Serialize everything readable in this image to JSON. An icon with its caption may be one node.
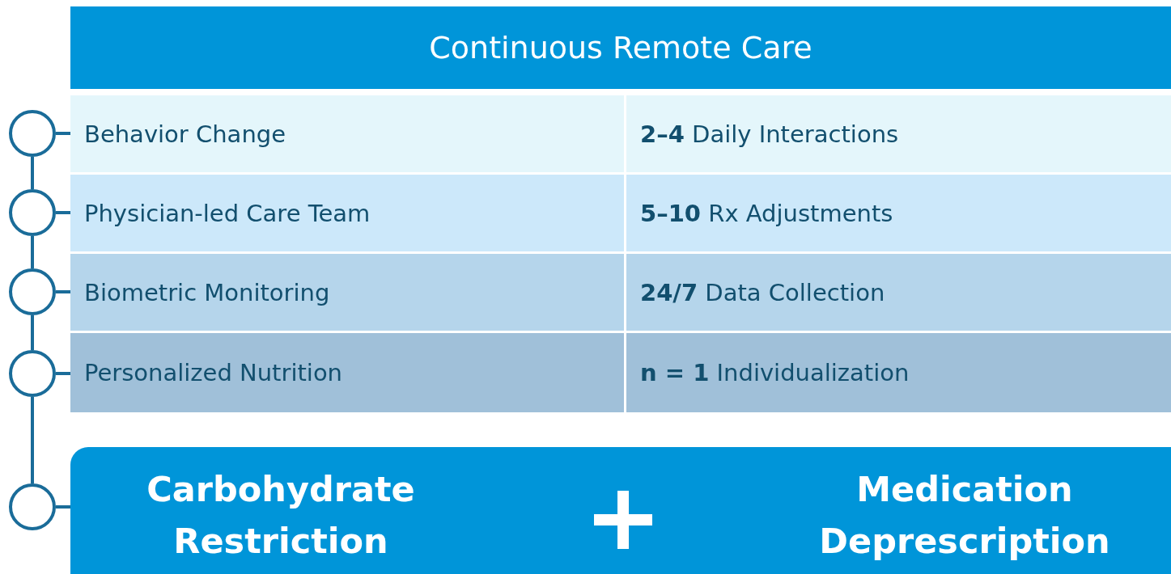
{
  "diagram": {
    "nodes": [
      {
        "text": [
          "Continuous Remote Care"
        ]
      },
      {
        "text": [
          "Behavior Change",
          "**2–4** Daily Interactions"
        ]
      },
      {
        "text": [
          "Physician-led Care Team",
          "**5–10** Rx Adjustments"
        ]
      },
      {
        "text": [
          "Biometric Monitoring",
          "**24/7** Data Collection"
        ]
      },
      {
        "text": [
          "Personalized Nutrition",
          "**n = 1** Individualization"
        ]
      },
      {
        "text": [
          "Carbohydrate Restriction",
          "Medication Deprescription"
        ]
      },
      {
        "text": [],
        "shape": "circle"
      },
      {
        "text": [],
        "shape": "circle"
      },
      {
        "text": [],
        "shape": "circle"
      },
      {
        "text": [],
        "shape": "circle"
      },
      {
        "text": [],
        "shape": "circle"
      }
    ],
    "edges": [
      {
        "from": 6,
        "to": 1,
        "arrow": "none"
      },
      {
        "from": 7,
        "to": 2,
        "arrow": "none"
      },
      {
        "from": 8,
        "to": 3,
        "arrow": "none"
      },
      {
        "from": 9,
        "to": 4,
        "arrow": "none"
      },
      {
        "from": 10,
        "to": 5,
        "arrow": "none"
      },
      {
        "from": 6,
        "to": 7,
        "arrow": "none"
      },
      {
        "from": 7,
        "to": 8,
        "arrow": "none"
      },
      {
        "from": 8,
        "to": 9,
        "arrow": "none"
      },
      {
        "from": 9,
        "to": 10,
        "arrow": "none"
      }
    ]
  }
}
